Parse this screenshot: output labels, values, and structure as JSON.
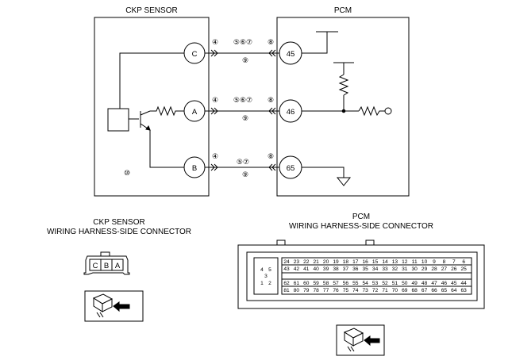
{
  "ckp_sensor": {
    "title": "CKP SENSOR",
    "pins": {
      "c": "C",
      "a": "A",
      "b": "B"
    },
    "inner_ref": "⑩"
  },
  "pcm": {
    "title": "PCM",
    "pins": {
      "p45": "45",
      "p46": "46",
      "p65": "65"
    }
  },
  "connections": {
    "c_45": {
      "left": "④",
      "middle": "⑤⑥⑦",
      "below": "⑨",
      "right": "⑧"
    },
    "a_46": {
      "left": "④",
      "middle": "⑤⑥⑦",
      "below": "⑨",
      "right": "⑧"
    },
    "b_65": {
      "left": "④",
      "middle": "⑤⑦",
      "below": "⑨",
      "right": "⑧"
    }
  },
  "ckp_connector": {
    "caption_line1": "CKP SENSOR",
    "caption_line2": "WIRING HARNESS-SIDE CONNECTOR",
    "terminals": [
      "C",
      "B",
      "A"
    ]
  },
  "pcm_connector": {
    "caption_line1": "PCM",
    "caption_line2": "WIRING HARNESS-SIDE CONNECTOR",
    "small_block": [
      "4",
      "5",
      "3",
      "1",
      "2"
    ],
    "row1": [
      "24",
      "23",
      "22",
      "21",
      "20",
      "19",
      "18",
      "17",
      "16",
      "15",
      "14",
      "13",
      "12",
      "11",
      "10",
      "9",
      "8",
      "7",
      "6"
    ],
    "row2": [
      "43",
      "42",
      "41",
      "40",
      "39",
      "38",
      "37",
      "36",
      "35",
      "34",
      "33",
      "32",
      "31",
      "30",
      "29",
      "28",
      "27",
      "26",
      "25"
    ],
    "row3": [
      "62",
      "61",
      "60",
      "59",
      "58",
      "57",
      "56",
      "55",
      "54",
      "53",
      "52",
      "51",
      "50",
      "49",
      "48",
      "47",
      "46",
      "45",
      "44"
    ],
    "row4": [
      "81",
      "80",
      "79",
      "78",
      "77",
      "76",
      "75",
      "74",
      "73",
      "72",
      "71",
      "70",
      "69",
      "68",
      "67",
      "66",
      "65",
      "64",
      "63"
    ]
  }
}
